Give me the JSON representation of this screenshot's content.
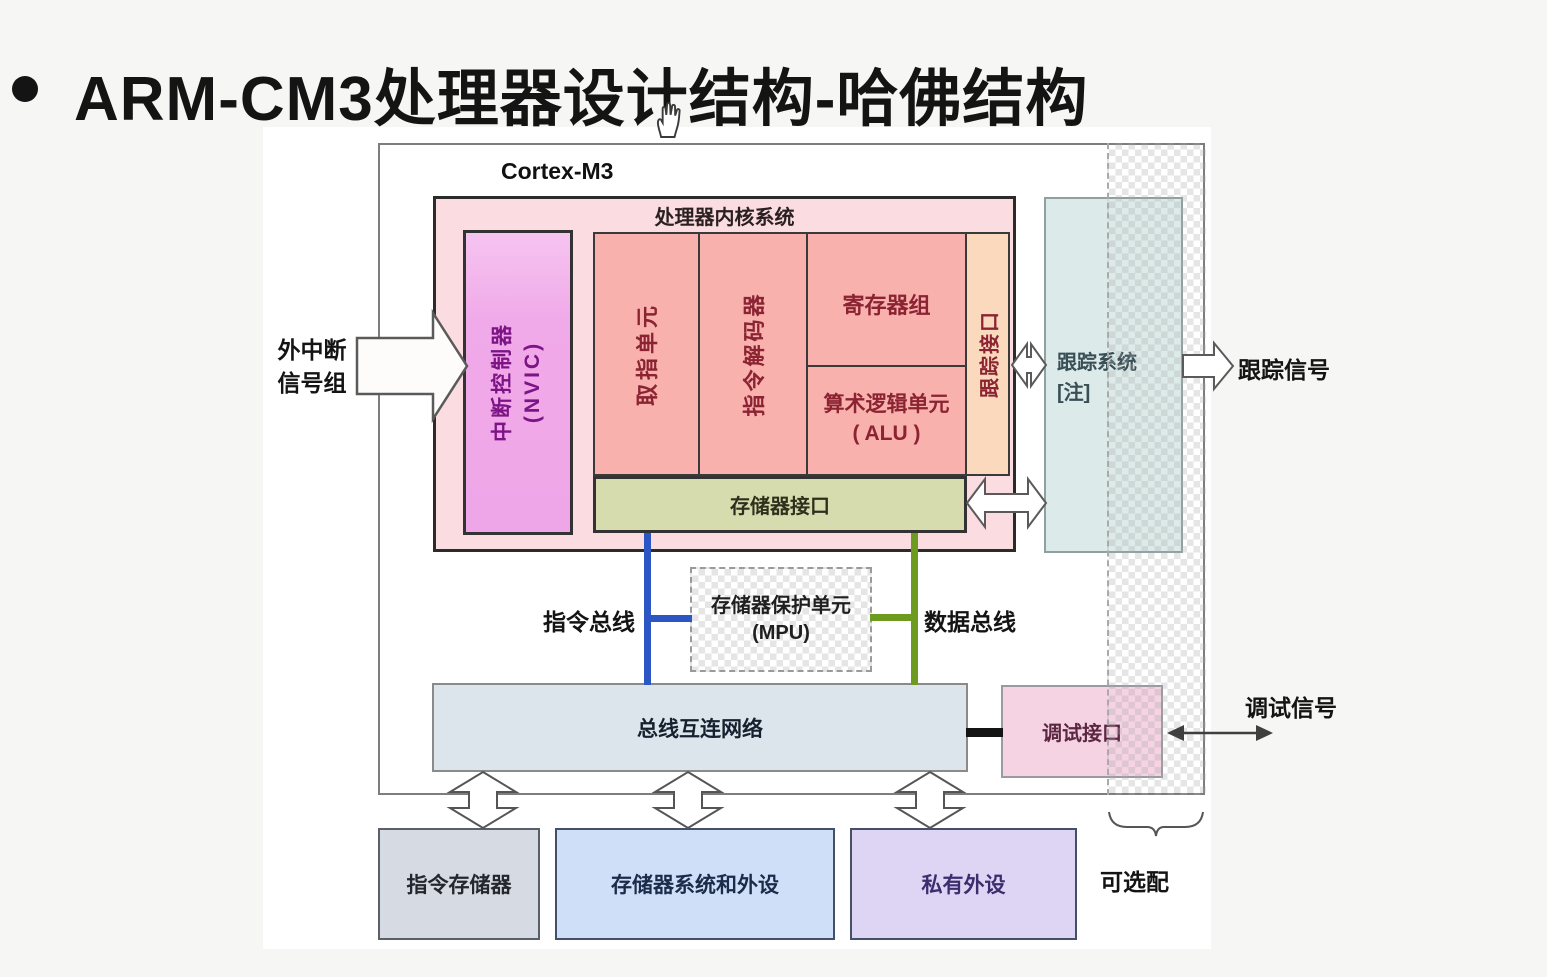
{
  "title": {
    "bullet": "•",
    "text": "ARM-CM3处理器设计结构-哈佛结构"
  },
  "chip": {
    "label": "Cortex-M3"
  },
  "core": {
    "title": "处理器内核系统",
    "nvic": {
      "line1": "中断控制器",
      "line2": "(NVIC)"
    },
    "fetch_unit": "取指单元",
    "decoder": "指令解码器",
    "register_bank": "寄存器组",
    "alu": {
      "line1": "算术逻辑单元",
      "line2": "( ALU )"
    },
    "trace_interface": "跟踪接口",
    "memory_interface": "存储器接口"
  },
  "buses": {
    "instruction_bus": "指令总线",
    "data_bus": "数据总线"
  },
  "mpu": {
    "line1": "存储器保护单元",
    "line2": "(MPU)"
  },
  "trace": {
    "system_line1": "跟踪系统",
    "system_line2": "[注]",
    "signal": "跟踪信号"
  },
  "debug": {
    "interface": "调试接口",
    "signal": "调试信号"
  },
  "external": {
    "interrupt_line1": "外中断",
    "interrupt_line2": "信号组"
  },
  "bottom": {
    "bus_matrix": "总线互连网络",
    "instruction_memory": "指令存储器",
    "memory_system": "存储器系统和外设",
    "private_peripherals": "私有外设",
    "optional": "可选配"
  },
  "colors": {
    "core_pink": "#fbdce0",
    "nvic_magenta": "#efa6e8",
    "cell_salmon": "#f8b1ad",
    "trace_interface_peach": "#fbd9bd",
    "memory_interface_olive": "#d7dcaf",
    "trace_system_cyan": "#dcebea",
    "bus_matrix_blue": "#dbe5eb",
    "debug_pink": "#f5d3e3",
    "instruction_memory_gray": "#d6dae3",
    "memory_system_blue": "#cfdff7",
    "private_purple": "#ded4f4",
    "instruction_bus_blue": "#2b56c4",
    "data_bus_green": "#6d9b1f"
  }
}
